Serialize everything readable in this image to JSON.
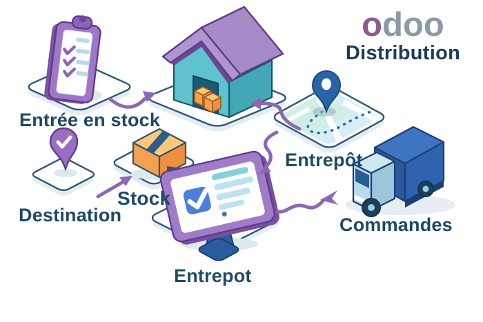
{
  "logo": {
    "brand_colored": "o",
    "brand_gray": "doo",
    "subtitle": "Distribution"
  },
  "labels": {
    "inbound": "Entrée en stock",
    "stock": "Stock",
    "destination": "Destination",
    "warehouse_monitor": "Entrepot",
    "warehouse_map": "Entrepôt",
    "orders": "Commandes"
  },
  "icons": [
    "clipboard-checklist-icon",
    "warehouse-building-icon",
    "map-location-icon",
    "destination-pin-icon",
    "stock-box-icon",
    "monitor-checklist-icon",
    "delivery-truck-icon"
  ],
  "flows": [
    {
      "from": "inbound-clipboard",
      "to": "warehouse-building"
    },
    {
      "from": "destination-pin",
      "to": "stock-box"
    },
    {
      "from": "map-tile",
      "to": "warehouse-building"
    },
    {
      "from": "map-tile",
      "to": "monitor-platform"
    },
    {
      "from": "delivery-truck",
      "to": "monitor-platform"
    }
  ],
  "colors": {
    "label_navy": "#1d4a66",
    "logo_purple": "#8d5a90",
    "logo_gray": "#8b9aa7",
    "arrow_purple": "#8b68b5",
    "icon_purple": "#9e77c6",
    "roof_purple": "#a78bc9",
    "teal_wall": "#5fc3cd",
    "box_orange": "#f5a04c",
    "pin_blue": "#2a64a8",
    "truck_blue": "#2d5fa8",
    "cab_light_blue": "#b9dcea",
    "platform_border": "#2b5878",
    "screen_bar_blue": "#bfe2f2"
  }
}
